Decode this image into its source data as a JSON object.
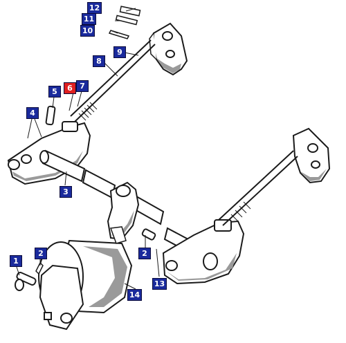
{
  "colors": {
    "badge_default": "#1a2a9c",
    "badge_selected": "#e02020",
    "line_art": "#1a1a1a"
  },
  "selected_callout": "6",
  "callouts": [
    {
      "id": "c1",
      "label": "1"
    },
    {
      "id": "c2a",
      "label": "2"
    },
    {
      "id": "c2b",
      "label": "2"
    },
    {
      "id": "c3",
      "label": "3"
    },
    {
      "id": "c4",
      "label": "4"
    },
    {
      "id": "c5",
      "label": "5"
    },
    {
      "id": "c6",
      "label": "6"
    },
    {
      "id": "c7",
      "label": "7"
    },
    {
      "id": "c8",
      "label": "8"
    },
    {
      "id": "c9",
      "label": "9"
    },
    {
      "id": "c10",
      "label": "10"
    },
    {
      "id": "c11",
      "label": "11"
    },
    {
      "id": "c12",
      "label": "12"
    },
    {
      "id": "c13",
      "label": "13"
    },
    {
      "id": "c14",
      "label": "14"
    }
  ]
}
